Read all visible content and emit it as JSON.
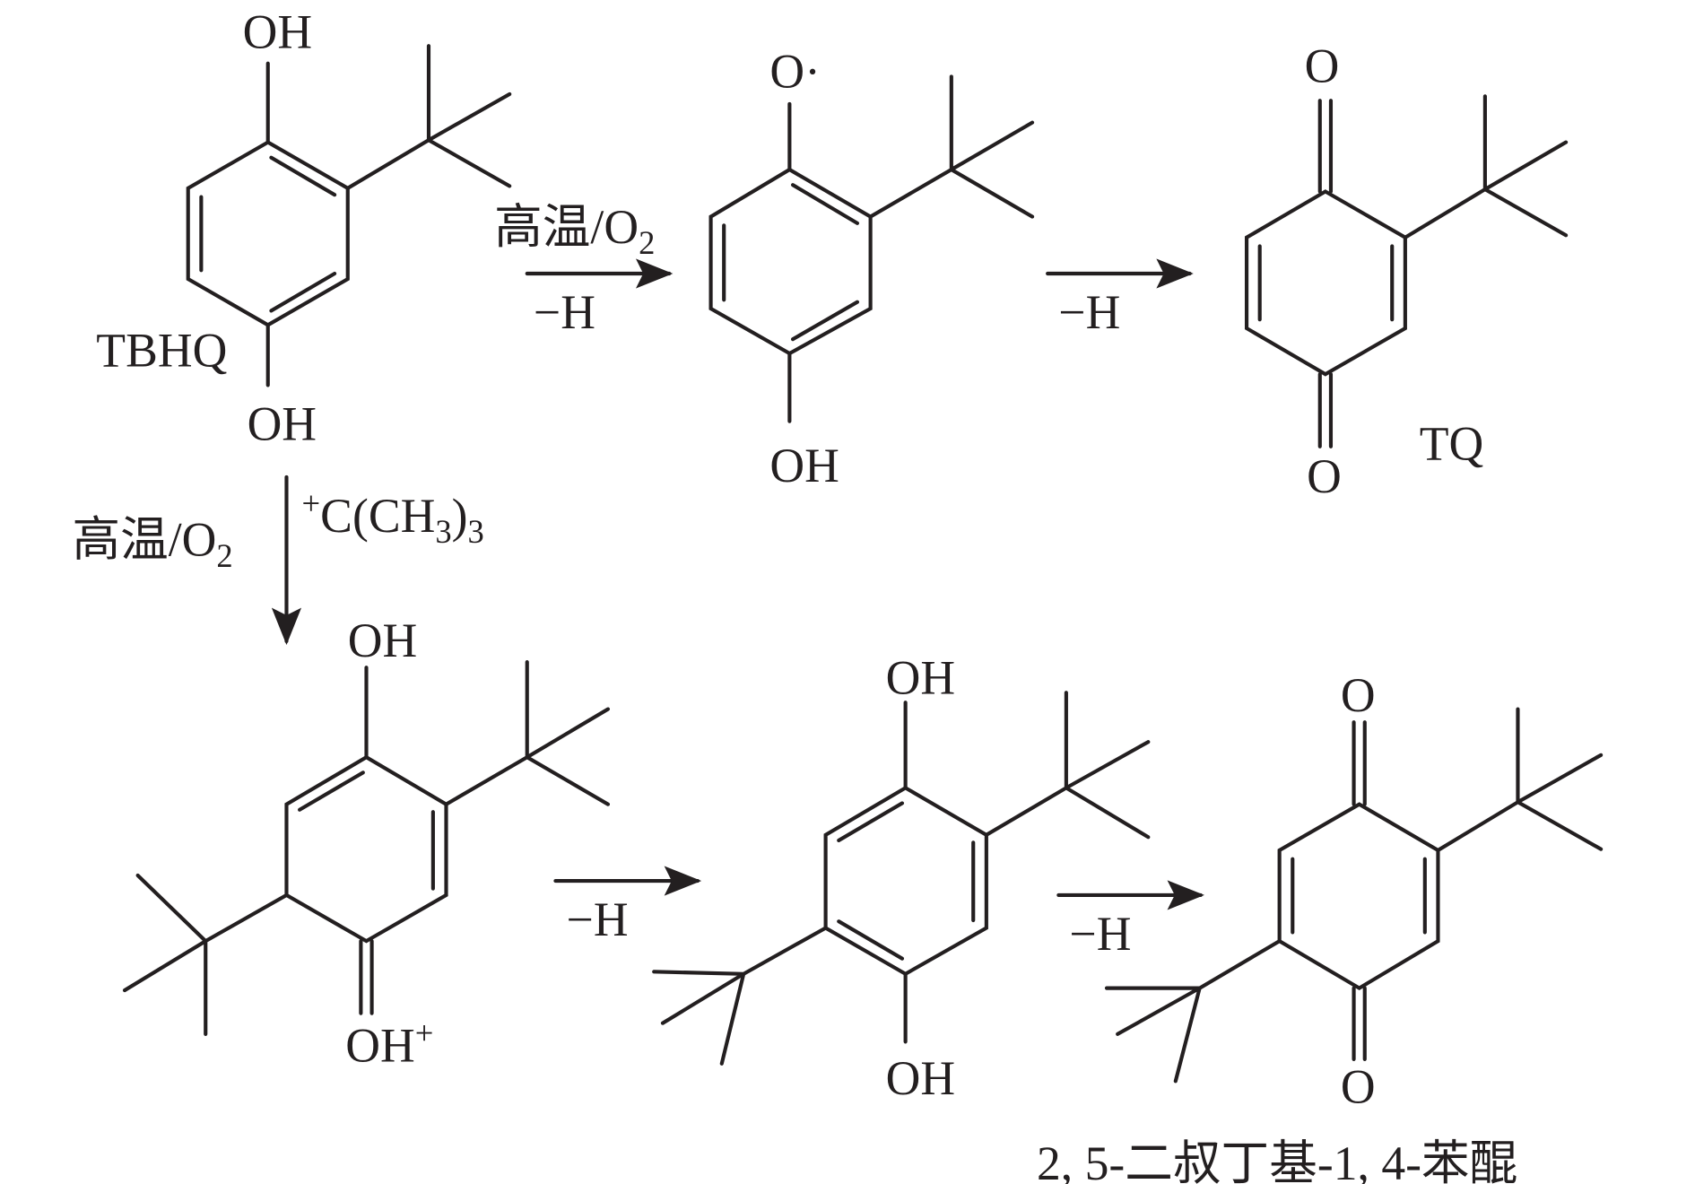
{
  "labels": {
    "tbhq_oh_top": "OH",
    "tbhq_oh_bottom": "OH",
    "tbhq_name": "TBHQ",
    "radical_o": "O·",
    "radical_oh": "OH",
    "tq_o_top": "O",
    "tq_o_bottom": "O",
    "tq_name": "TQ",
    "cation_oh_top": "OH",
    "cation_oh_bottom": "OH",
    "cation_charge": "+",
    "dtbhq_oh_top": "OH",
    "dtbhq_oh_bottom": "OH",
    "dtbbq_o_top": "O",
    "dtbbq_o_bottom": "O",
    "dtbbq_name": "2, 5-二叔丁基-1, 4-苯醌"
  },
  "arrows": {
    "a1_top": "高温/O",
    "a1_top_sub": "2",
    "a1_bottom": "−H",
    "a2_bottom": "−H",
    "down_left": "高温/O",
    "down_left_sub": "2",
    "down_right_plus": "+",
    "down_right_a": "C(CH",
    "down_right_sub1": "3",
    "down_right_b": ")",
    "down_right_sub2": "3",
    "a3_bottom": "−H",
    "a4_bottom": "−H"
  }
}
